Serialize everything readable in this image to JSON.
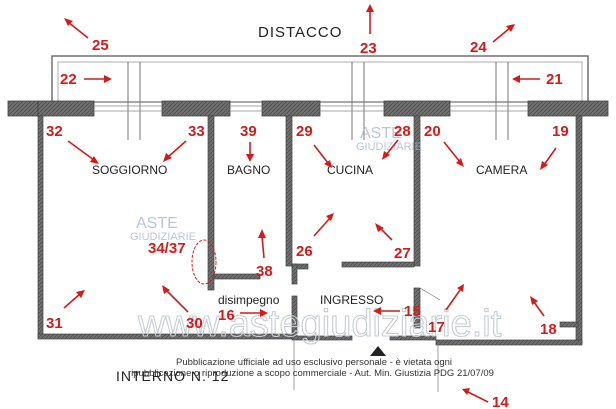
{
  "labels": {
    "balcony": "DISTACCO",
    "unit": "INTERNO N. 12"
  },
  "rooms": {
    "living": "SOGGIORNO",
    "bath": "BAGNO",
    "kitchen": "CUCINA",
    "bedroom": "CAMERA",
    "hall": "disimpegno",
    "entrance": "INGRESSO"
  },
  "watermark": {
    "brand_line1": "ASTE",
    "brand_line2": "GIUDIZIARIE",
    "site": "www.astegiudiziarie.it"
  },
  "notice": {
    "line1": "Pubblicazione ufficiale ad uso esclusivo personale - è vietata ogni",
    "line2": "ripubblicazione o riproduzione a scopo commerciale - Aut. Min. Giustizia PDG 21/07/09"
  },
  "viewpoints": [
    {
      "id": "vp-25",
      "label": "25"
    },
    {
      "id": "vp-23",
      "label": "23"
    },
    {
      "id": "vp-24",
      "label": "24"
    },
    {
      "id": "vp-22",
      "label": "22"
    },
    {
      "id": "vp-21",
      "label": "21"
    },
    {
      "id": "vp-32",
      "label": "32"
    },
    {
      "id": "vp-33",
      "label": "33"
    },
    {
      "id": "vp-39",
      "label": "39"
    },
    {
      "id": "vp-29",
      "label": "29"
    },
    {
      "id": "vp-28",
      "label": "28"
    },
    {
      "id": "vp-20",
      "label": "20"
    },
    {
      "id": "vp-19",
      "label": "19"
    },
    {
      "id": "vp-34-37",
      "label": "34/37"
    },
    {
      "id": "vp-38",
      "label": "38"
    },
    {
      "id": "vp-26",
      "label": "26"
    },
    {
      "id": "vp-27",
      "label": "27"
    },
    {
      "id": "vp-31",
      "label": "31"
    },
    {
      "id": "vp-30",
      "label": "30"
    },
    {
      "id": "vp-16",
      "label": "16"
    },
    {
      "id": "vp-15",
      "label": "15"
    },
    {
      "id": "vp-17",
      "label": "17"
    },
    {
      "id": "vp-18",
      "label": "18"
    },
    {
      "id": "vp-14",
      "label": "14"
    }
  ],
  "colors": {
    "arrows": "#d61a1a",
    "walls": "#5a5a5a"
  }
}
